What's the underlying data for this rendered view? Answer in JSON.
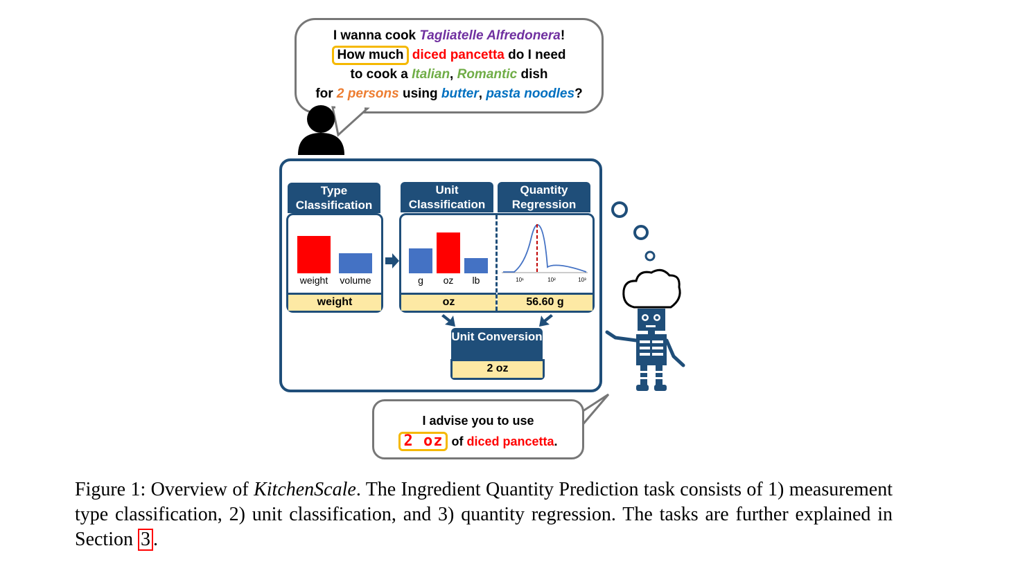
{
  "user_query": {
    "l1_a": "I wanna cook ",
    "l1_dish": "Tagliatelle Alfredonera",
    "l1_end": "!",
    "l2_how": "How much",
    "l2_ing": "diced pancetta",
    "l2_end": " do I need",
    "l3_a": "to cook a ",
    "l3_c1": "Italian",
    "l3_sep": ", ",
    "l3_c2": "Romantic",
    "l3_end": " dish",
    "l4_a": "for ",
    "l4_serv": "2 persons",
    "l4_b": " using ",
    "l4_i1": "butter",
    "l4_sep": ", ",
    "l4_i2": "pasta noodles",
    "l4_end": "?"
  },
  "framework": {
    "type": {
      "header": "Type Classification",
      "categories": [
        "weight",
        "volume"
      ],
      "values": [
        0.64,
        0.34
      ],
      "predicted": "weight"
    },
    "unit": {
      "header": "Unit Classification",
      "categories": [
        "g",
        "oz",
        "lb"
      ],
      "values": [
        0.43,
        0.7,
        0.26
      ],
      "predicted": "oz"
    },
    "quantity": {
      "header": "Quantity Regression",
      "x_ticks": [
        "10¹",
        "10²",
        "10³"
      ],
      "predicted": "56.60 g"
    },
    "conversion": {
      "header": "Unit Conversion",
      "result": "2 oz"
    },
    "colors": {
      "frame": "#1f4e79",
      "highlight_bar": "#ff0000",
      "bar": "#4472c4",
      "result_fill": "#fde9a4"
    }
  },
  "bot_answer": {
    "l1": "I advise you to use",
    "qty": "2 oz",
    "mid": " of ",
    "ing": "diced pancetta",
    "end": "."
  },
  "caption": {
    "lead": "Figure 1:  Overview of ",
    "name": "KitchenScale",
    "body": ".  The Ingredient Quantity Prediction task consists of 1) measurement type classification, 2) unit classification, and 3) quantity regression. The tasks are further explained in Section ",
    "ref": "3",
    "end": "."
  }
}
